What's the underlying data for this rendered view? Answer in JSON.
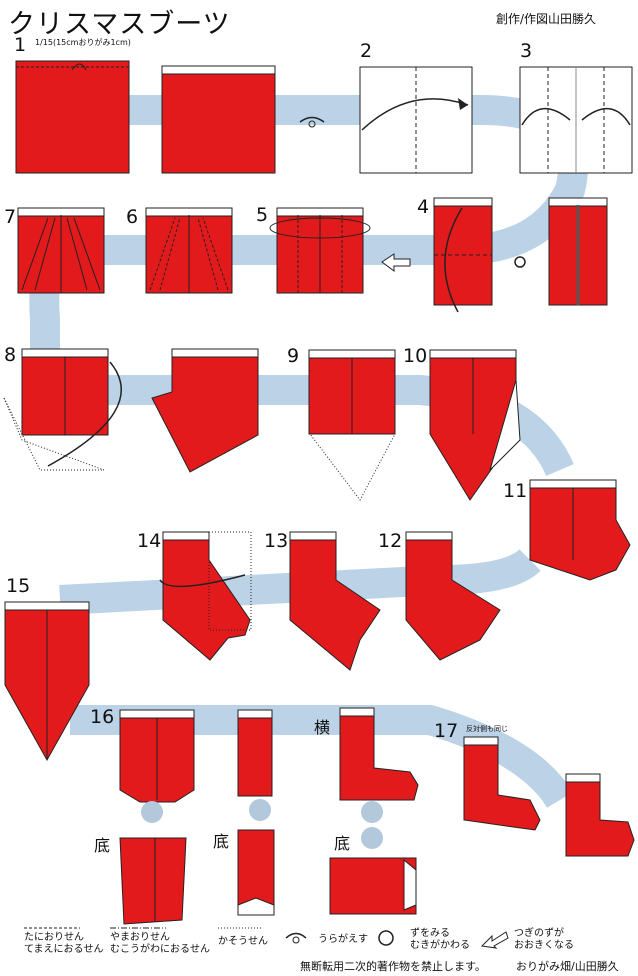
{
  "title": "クリスマスブーツ",
  "credit": "創作/作図山田勝久",
  "scale_note": "1/15(15cmおりがみ1cm)",
  "steps": [
    "1",
    "2",
    "3",
    "4",
    "5",
    "6",
    "7",
    "8",
    "9",
    "10",
    "11",
    "12",
    "13",
    "14",
    "15",
    "16",
    "17"
  ],
  "labels": {
    "bottom": "底",
    "side": "横",
    "other_side": "反対側も同じ"
  },
  "legend": {
    "valley": [
      "たにおりせん",
      "てまえにおるせん"
    ],
    "mountain": [
      "やまおりせん",
      "むこうがわにおるせん"
    ],
    "hidden": "かそうせん",
    "turn_over": "うらがえす",
    "rotate": [
      "ずをみる",
      "むきがかわる"
    ],
    "enlarge": [
      "つぎのずが",
      "おおきくなる"
    ]
  },
  "footer": {
    "copyright": "無断転用二次的著作物を禁止します。",
    "site": "おりがみ畑/山田勝久"
  },
  "colors": {
    "paper": "#e31a1c",
    "path": "#bcd2e6",
    "line": "#222222",
    "white": "#ffffff",
    "circle": "#b4c8dc"
  },
  "icons": [
    "turn-over-icon",
    "rotate-icon",
    "enlarge-icon",
    "valley-fold-arrow-icon"
  ]
}
